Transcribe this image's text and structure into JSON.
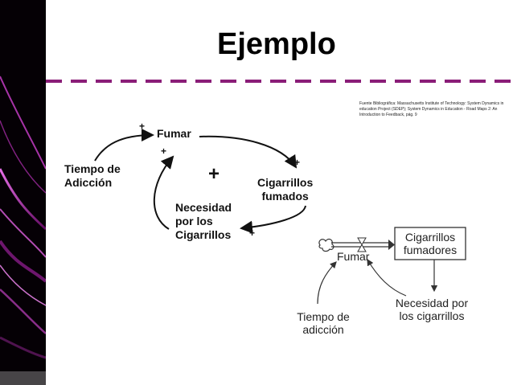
{
  "slide": {
    "title": "Ejemplo",
    "source_note": "Fuente Bibliográfica: Massachusetts Institute of Technology: System Dynamics in education Project (SDEP); System Dynamics in Education - Road Maps 2: An Introduction to Feedback, pág. 9"
  },
  "loop_diagram": {
    "nodes": {
      "fumar": "Fumar",
      "tiempo_line1": "Tiempo de",
      "tiempo_line2": "Adicción",
      "cigarrillos_line1": "Cigarrillos",
      "cigarrillos_line2": "fumados",
      "necesidad_line1": "Necesidad",
      "necesidad_line2": "por los",
      "necesidad_line3": "Cigarrillos"
    },
    "polarity": "+",
    "loop_polarity": "+"
  },
  "stock_flow": {
    "stock_line1": "Cigarrillos",
    "stock_line2": "fumadores",
    "flow": "Fumar",
    "tiempo_line1": "Tiempo de",
    "tiempo_line2": "adicción",
    "necesidad_line1": "Necesidad por",
    "necesidad_line2": "los cigarrillos"
  },
  "colors": {
    "accent": "#8a1d78",
    "sidebar": "#050005",
    "streak": "#d040d0"
  }
}
